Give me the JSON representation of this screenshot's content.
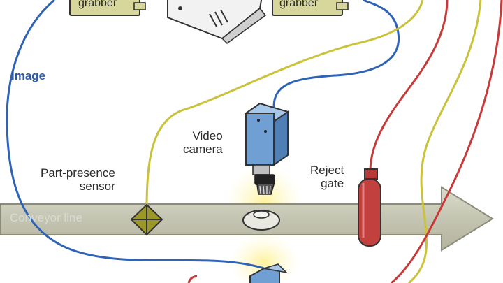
{
  "labels": {
    "image": "Image",
    "video_camera": "Video\ncamera",
    "part_presence_sensor": "Part-presence\nsensor",
    "reject_gate": "Reject\ngate",
    "conveyor_line": "Conveyor line",
    "grabber_left": "grabber",
    "grabber_right": "grabber"
  },
  "colors": {
    "image_cable": "#2f63b8",
    "sensor_cable": "#c9c23a",
    "reject_cable": "#c83a3a",
    "conveyor": "#c9c9b8",
    "camera_body": "#6f9fd3",
    "reject_gate": "#c2413f",
    "sensor": "#9c9826",
    "glow": "#fff6a6"
  }
}
